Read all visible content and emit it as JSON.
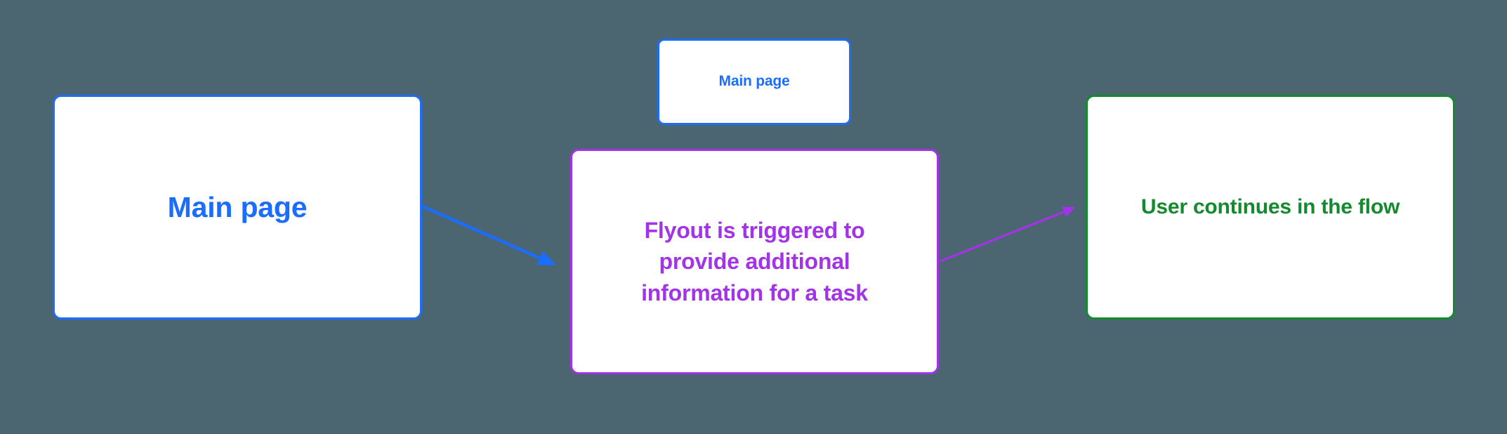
{
  "diagram": {
    "background_color": "#4b6670",
    "nodes": [
      {
        "id": "main-page",
        "label": "Main page",
        "color": "#1a6dff",
        "shape": "rounded-rectangle",
        "fill": "#ffffff"
      },
      {
        "id": "main-page-small",
        "label": "Main page",
        "color": "#1a6dff",
        "shape": "rounded-rectangle",
        "fill": "#ffffff"
      },
      {
        "id": "flyout",
        "label": "Flyout is triggered to provide additional information for a task",
        "color": "#a333e8",
        "shape": "rounded-rectangle",
        "fill": "#ffffff"
      },
      {
        "id": "user-continues",
        "label": "User continues in the flow",
        "color": "#148a2e",
        "shape": "rounded-rectangle",
        "fill": "#ffffff"
      }
    ],
    "connectors": [
      {
        "id": "main-page-to-flyout",
        "from": "main-page",
        "to": "flyout",
        "color": "#1a6dff",
        "style": "solid-arrow"
      },
      {
        "id": "flyout-to-user-continues",
        "from": "flyout",
        "to": "user-continues",
        "color": "#a333e8",
        "style": "solid-arrow"
      }
    ]
  }
}
